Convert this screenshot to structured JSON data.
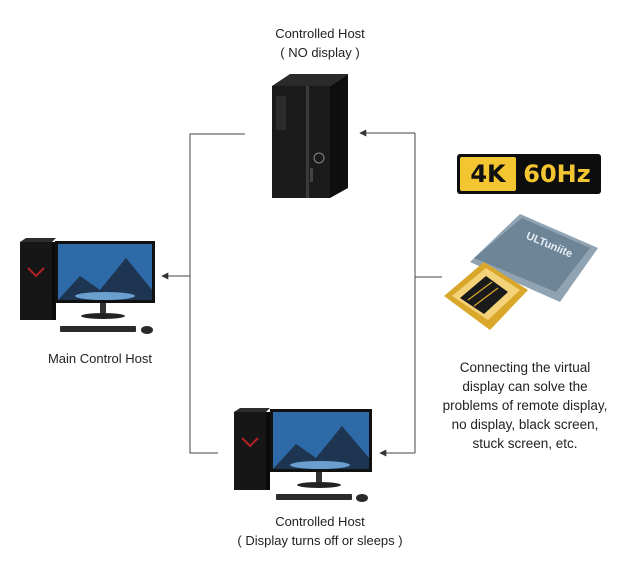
{
  "nodes": {
    "controlled_top": {
      "title": "Controlled Host",
      "subtitle": "( NO display )"
    },
    "main_control": {
      "title": "Main Control Host"
    },
    "controlled_bottom": {
      "title": "Controlled Host",
      "subtitle": "( Display turns off or sleeps )"
    }
  },
  "badge": {
    "resolution": "4K",
    "refresh": "60Hz"
  },
  "adapter": {
    "brand": "ULTuniite"
  },
  "description": {
    "lines": [
      "Connecting the virtual",
      "display can solve the",
      "problems of remote display,",
      "no display, black screen,",
      "stuck screen, etc."
    ]
  },
  "colors": {
    "badge_bg": "#0d0d0d",
    "badge_accent": "#f2c531",
    "connector_gold": "#d9a72a",
    "line": "#333333"
  }
}
